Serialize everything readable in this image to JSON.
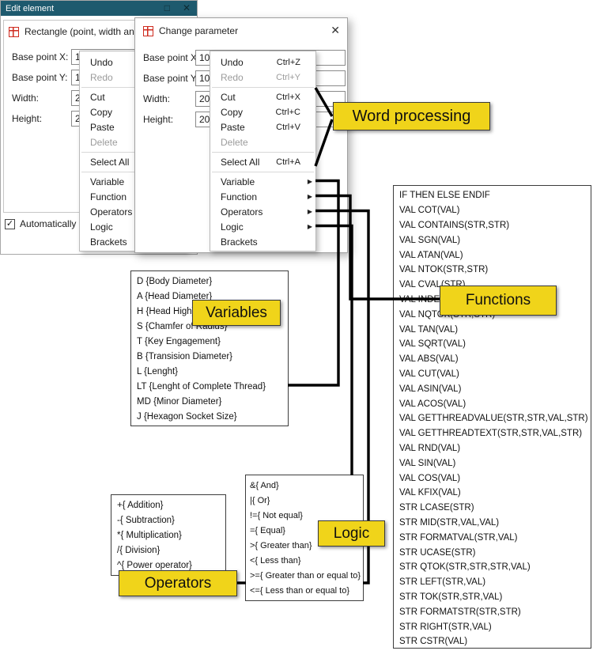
{
  "window1": {
    "title": "Edit element",
    "dialog_title": "Rectangle (point, width and heig",
    "checkbox_label": "Automatically ap",
    "checkbox_checked": true
  },
  "window2": {
    "title": "Change parameter"
  },
  "param_fields": [
    {
      "label": "Base point X:",
      "value": "10"
    },
    {
      "label": "Base point Y:",
      "value": "10"
    },
    {
      "label": "Width:",
      "value": "20"
    },
    {
      "label": "Height:",
      "value": "20"
    }
  ],
  "context_menu": {
    "items": [
      {
        "label": "Undo",
        "shortcut": "Ctrl+Z"
      },
      {
        "label": "Redo",
        "shortcut": "Ctrl+Y",
        "disabled": true
      },
      {
        "separator": true
      },
      {
        "label": "Cut",
        "shortcut": "Ctrl+X"
      },
      {
        "label": "Copy",
        "shortcut": "Ctrl+C"
      },
      {
        "label": "Paste",
        "shortcut": "Ctrl+V"
      },
      {
        "label": "Delete",
        "disabled": true
      },
      {
        "separator": true
      },
      {
        "label": "Select All",
        "shortcut": "Ctrl+A"
      },
      {
        "separator": true
      },
      {
        "label": "Variable",
        "submenu": true
      },
      {
        "label": "Function",
        "submenu": true
      },
      {
        "label": "Operators",
        "submenu": true
      },
      {
        "label": "Logic",
        "submenu": true
      },
      {
        "label": "Brackets"
      }
    ]
  },
  "lists": {
    "variables": [
      "D {Body Diameter}",
      "A {Head Diameter}",
      "H {Head High}",
      "S {Chamfer of Radius}",
      "T {Key Engagement}",
      "B {Transision Diameter}",
      "L {Lenght}",
      "LT {Lenght of Complete Thread}",
      "MD {Minor Diameter}",
      "J {Hexagon Socket Size}"
    ],
    "functions": [
      "IF THEN ELSE ENDIF",
      "VAL COT(VAL)",
      "VAL CONTAINS(STR,STR)",
      "VAL SGN(VAL)",
      "VAL ATAN(VAL)",
      "VAL NTOK(STR,STR)",
      "VAL CVAL(STR)",
      "VAL INDEX(STR,STR)",
      "VAL NQTOK(STR,STR)",
      "VAL TAN(VAL)",
      "VAL SQRT(VAL)",
      "VAL ABS(VAL)",
      "VAL CUT(VAL)",
      "VAL ASIN(VAL)",
      "VAL ACOS(VAL)",
      "VAL GETTHREADVALUE(STR,STR,VAL,STR)",
      "VAL GETTHREADTEXT(STR,STR,VAL,STR)",
      "VAL RND(VAL)",
      "VAL SIN(VAL)",
      "VAL COS(VAL)",
      "VAL KFIX(VAL)",
      "STR LCASE(STR)",
      "STR MID(STR,VAL,VAL)",
      "STR FORMATVAL(STR,VAL)",
      "STR UCASE(STR)",
      "STR QTOK(STR,STR,STR,VAL)",
      "STR LEFT(STR,VAL)",
      "STR TOK(STR,STR,VAL)",
      "STR FORMATSTR(STR,STR)",
      "STR RIGHT(STR,VAL)",
      "STR CSTR(VAL)"
    ],
    "operators": [
      "+{ Addition}",
      "-{ Subtraction}",
      "*{ Multiplication}",
      "/{ Division}",
      "^{ Power operator}"
    ],
    "logic": [
      "&{ And}",
      "|{ Or}",
      "!={ Not equal}",
      "={ Equal}",
      ">{ Greater than}",
      "<{ Less than}",
      ">={ Greater than or equal to}",
      "<={ Less than or equal to}"
    ]
  },
  "callouts": {
    "word_processing": "Word processing",
    "variables": "Variables",
    "functions": "Functions",
    "operators": "Operators",
    "logic": "Logic"
  },
  "icons": {
    "maximize": "□",
    "close": "✕",
    "check": "✓",
    "submenu_arrow": "▶"
  },
  "colors": {
    "titlebar": "#1e5a6e",
    "callout_yellow": "#f0d41a",
    "connector": "#000000",
    "icon_red": "#cf2b1f"
  }
}
